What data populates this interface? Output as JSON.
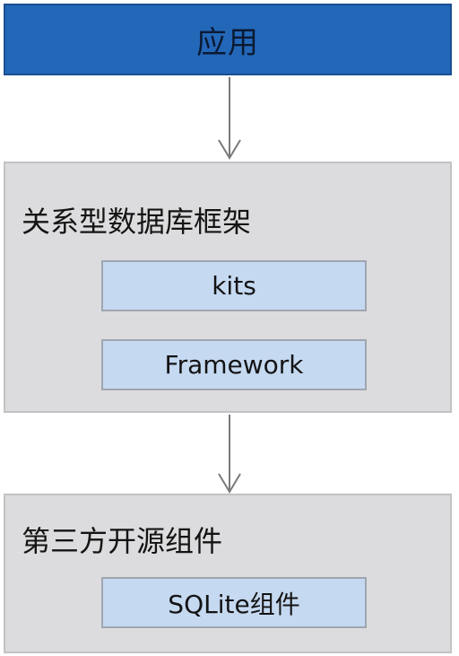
{
  "app": {
    "label": "应用"
  },
  "framework_layer": {
    "title": "关系型数据库框架",
    "modules": [
      "kits",
      "Framework"
    ]
  },
  "opensource_layer": {
    "title": "第三方开源组件",
    "modules": [
      "SQLite组件"
    ]
  },
  "colors": {
    "app_fill": "#2367b8",
    "layer_fill": "#dcdcde",
    "module_fill": "#c5d9f1",
    "arrow": "#7a7a7a"
  }
}
